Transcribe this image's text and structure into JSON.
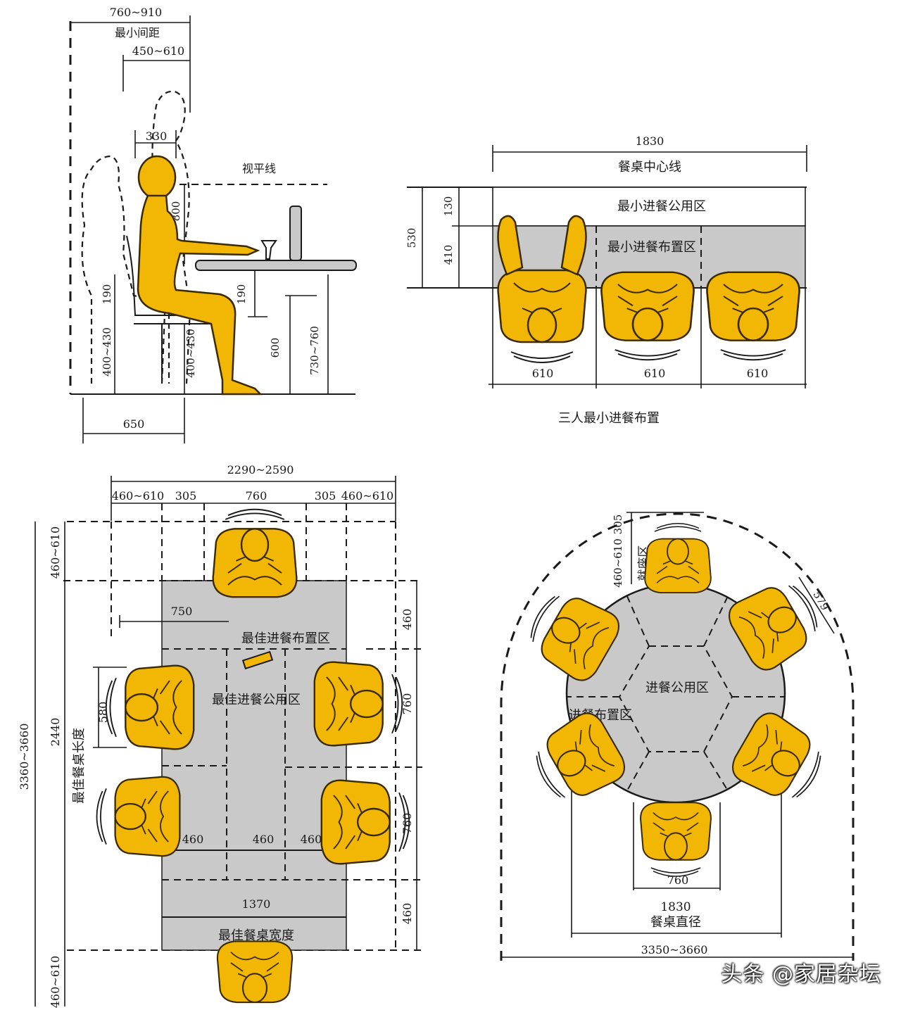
{
  "side_view": {
    "dims": {
      "min_spacing_value": "760~910",
      "min_spacing_label": "最小间距",
      "reach_value": "450~610",
      "head_value": "330",
      "eye_line_label": "视平线",
      "eye_height": "800",
      "thigh_left": "190",
      "thigh_right": "190",
      "seat_left": "400~430",
      "seat_right": "400~430",
      "knee": "600",
      "table_height": "730~760",
      "depth": "650"
    }
  },
  "three_person": {
    "width": "1830",
    "centerline_label": "餐桌中心线",
    "common_label": "最小进餐公用区",
    "common_depth": "130",
    "place_label": "最小进餐布置区",
    "place_depth": "410",
    "total_depth": "530",
    "seat_widths": [
      "610",
      "610",
      "610"
    ],
    "caption": "三人最小进餐布置"
  },
  "rect_table": {
    "overall_width": "2290~2590",
    "top_dims": [
      "460~610",
      "305",
      "760",
      "305",
      "460~610"
    ],
    "overall_length": "3360~3660",
    "clear_top": "460~610",
    "clear_bottom": "460~610",
    "table_length_value": "2440",
    "table_length_label": "最佳餐桌长度",
    "reach_750": "750",
    "place_zone_label": "最佳进餐布置区",
    "common_zone_label": "最佳进餐公用区",
    "shoulder_580": "580",
    "right_dims": [
      "460",
      "760",
      "760",
      "460"
    ],
    "inner_dims": [
      "460",
      "460",
      "460"
    ],
    "width_value": "1370",
    "width_label": "最佳餐桌宽度"
  },
  "round_table": {
    "clear_305": "305",
    "seat_zone_value": "460~610",
    "seat_zone_label": "就座区",
    "chair_arc": "579",
    "common_label": "进餐公用区",
    "place_label": "进餐布置区",
    "seat_width": "760",
    "diameter_value": "1830",
    "diameter_label": "餐桌直径",
    "overall": "3350~3660"
  },
  "watermark": "头条 @家居杂坛",
  "colors": {
    "figure": "#f2b705",
    "zone": "#c9c9c9",
    "line": "#1a1a1a"
  }
}
